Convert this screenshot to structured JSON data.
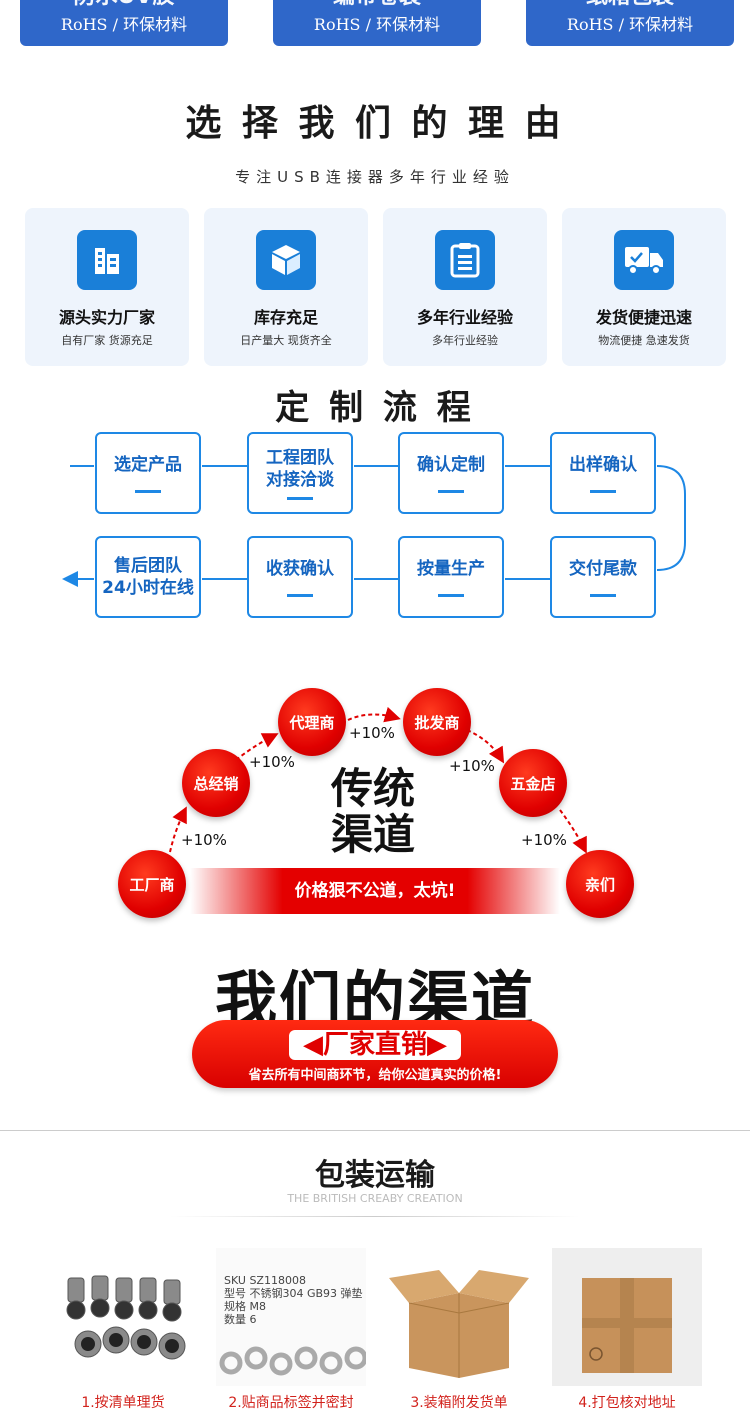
{
  "top_cards": [
    {
      "title": "防水UV胶",
      "sub": "RoHS / 环保材料"
    },
    {
      "title": "编带卷装",
      "sub": "RoHS / 环保材料"
    },
    {
      "title": "纸箱包装",
      "sub": "RoHS / 环保材料"
    }
  ],
  "reasons": {
    "title": "选 择 我 们 的 理 由",
    "subtitle": "专注USB连接器多年行业经验",
    "items": [
      {
        "title": "源头实力厂家",
        "sub": "自有厂家 货源充足",
        "icon": "building-icon"
      },
      {
        "title": "库存充足",
        "sub": "日产量大 现货齐全",
        "icon": "box-icon"
      },
      {
        "title": "多年行业经验",
        "sub": "多年行业经验",
        "icon": "clipboard-icon"
      },
      {
        "title": "发货便捷迅速",
        "sub": "物流便捷 急速发货",
        "icon": "truck-icon"
      }
    ]
  },
  "process": {
    "title": "定 制 流 程",
    "row1": [
      "选定产品",
      "工程团队\n对接洽谈",
      "确认定制",
      "出样确认"
    ],
    "row2": [
      "售后团队\n24小时在线",
      "收获确认",
      "按量生产",
      "交付尾款"
    ]
  },
  "channel": {
    "nodes": [
      "工厂商",
      "总经销",
      "代理商",
      "批发商",
      "五金店",
      "亲们"
    ],
    "markup": "+10%",
    "traditional": "传统\n渠道",
    "complaint": "价格狠不公道，太坑!",
    "ours_title": "我们的渠道",
    "direct_label": "◀厂家直销▶",
    "direct_sub": "省去所有中间商环节，给你公道真实的价格!"
  },
  "packing": {
    "title": "包装运输",
    "subtitle": "THE BRITISH CREABY CREATION",
    "sku_label": "SKU SZ118008\n型号 不锈钢304 GB93 弹垫\n规格 M8\n数量 6",
    "steps": [
      "1.按清单理货",
      "2.贴商品标签并密封",
      "3.装箱附发货单",
      "4.打包核对地址"
    ]
  },
  "colors": {
    "accent_blue": "#1e88e5",
    "card_blue": "#2f67c9",
    "red": "#e00000"
  }
}
